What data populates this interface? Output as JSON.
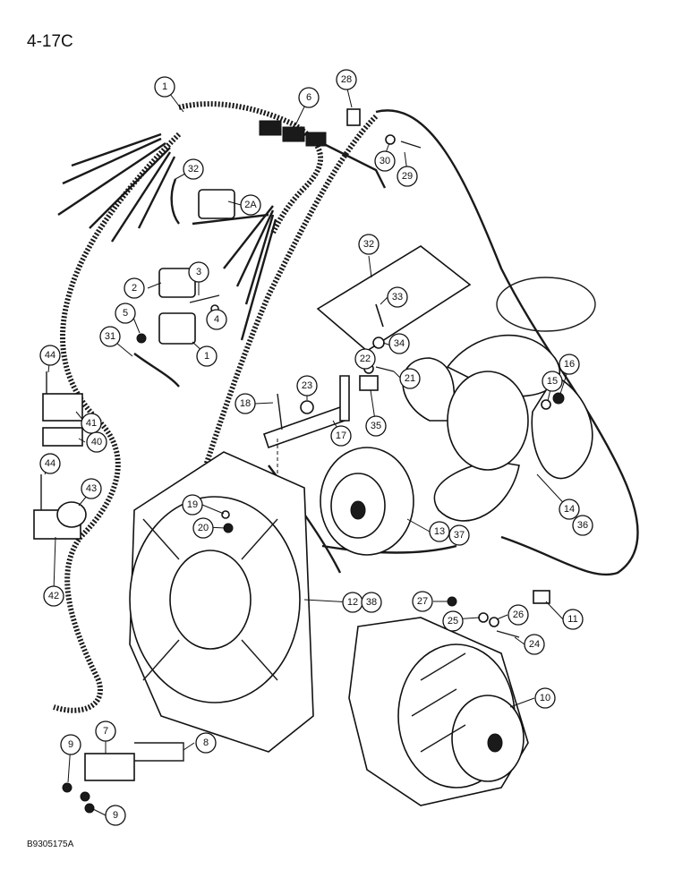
{
  "page_label": "4-17C",
  "drawing_code": "B9305175A",
  "callouts": [
    "1",
    "6",
    "28",
    "30",
    "29",
    "32",
    "2A",
    "2",
    "3",
    "5",
    "4",
    "1",
    "31",
    "44",
    "41",
    "40",
    "44",
    "43",
    "42",
    "32",
    "33",
    "34",
    "22",
    "21",
    "18",
    "23",
    "17",
    "35",
    "16",
    "15",
    "14",
    "36",
    "19",
    "20",
    "13",
    "37",
    "12",
    "38",
    "27",
    "25",
    "26",
    "24",
    "11",
    "10",
    "7",
    "8",
    "9",
    "9"
  ]
}
